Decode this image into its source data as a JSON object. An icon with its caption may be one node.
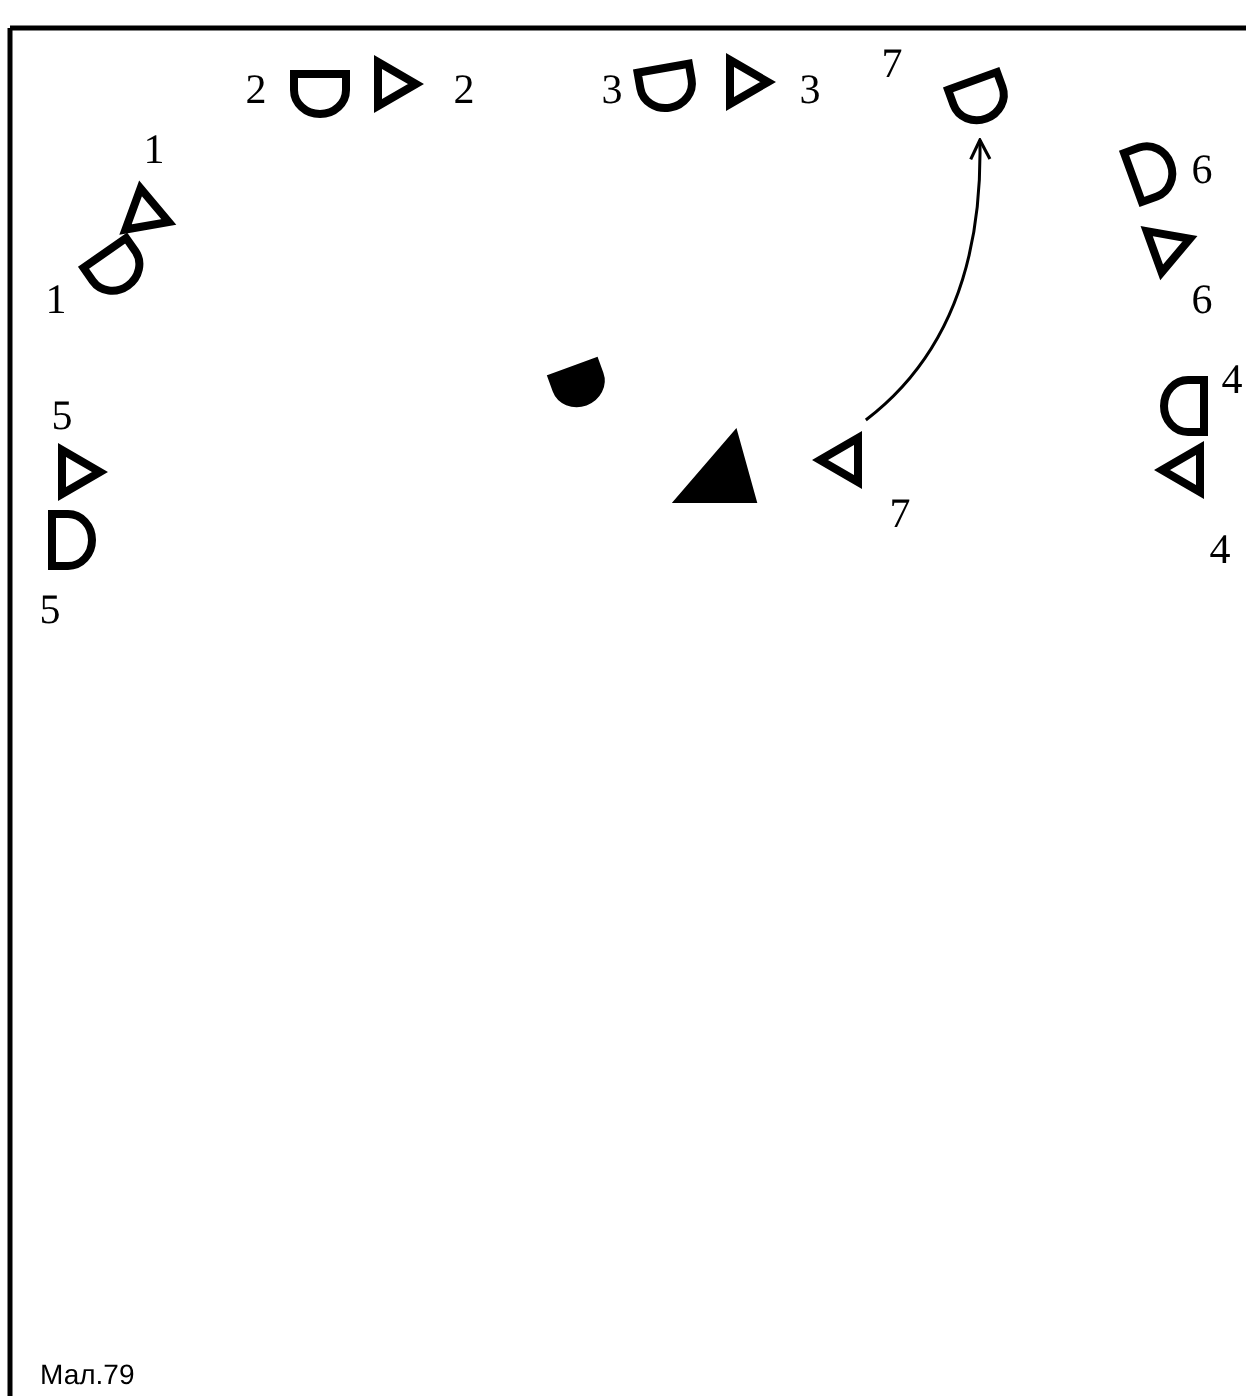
{
  "diagram": {
    "caption": "Мал.79",
    "nodes": [
      {
        "text": [],
        "shape": "semicircle",
        "beside": [
          "7"
        ]
      },
      {
        "text": [],
        "shape": "triangle",
        "beside": [
          "7"
        ]
      }
    ],
    "edges": [
      {
        "from": 1,
        "to": 0,
        "arrow": "to"
      }
    ],
    "labels": [
      "2",
      "2",
      "3",
      "3",
      "1",
      "6",
      "1",
      "6",
      "5",
      "4",
      "4",
      "5"
    ]
  }
}
